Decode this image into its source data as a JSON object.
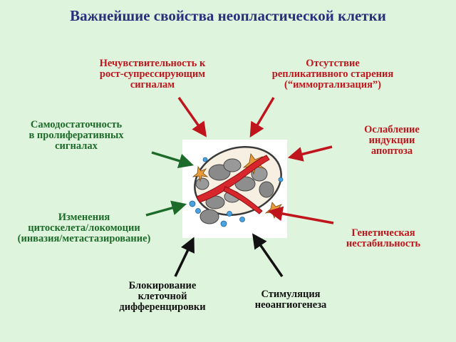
{
  "title": "Важнейшие свойства неопластической клетки",
  "colors": {
    "background": "#dff4dc",
    "title": "#2a2f7d",
    "red_arrow": "#c0151d",
    "green_arrow": "#1c6b2a",
    "black_arrow": "#111111"
  },
  "properties": {
    "growth_suppressor_insensitivity": "Нечувствительность к\nрост-супрессирующим\nсигналам",
    "replicative_immortality": "Отсутствие\nрепликативного старения\n(“иммортализация”)",
    "proliferative_self_sufficiency": "Самодостаточность\nв пролиферативных\nсигналах",
    "apoptosis_weakening": "Ослабление\nиндукции\nапоптоза",
    "cytoskeleton_changes": "Изменения\nцитоскелета/локомоции\n(инвазия/метастазирование)",
    "genetic_instability": "Генетическая\nнестабильность",
    "differentiation_block": "Блокирование\nклеточной\nдифференцировки",
    "neoangiogenesis": "Стимуляция\nнеоангиогенеза"
  }
}
